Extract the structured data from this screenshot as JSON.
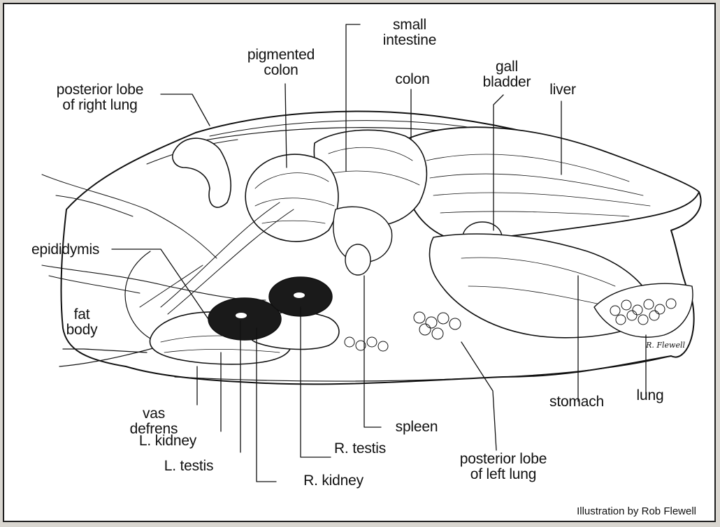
{
  "labels": {
    "small_intestine": "small\nintestine",
    "pigmented_colon": "pigmented\ncolon",
    "gall_bladder": "gall\nbladder",
    "colon": "colon",
    "liver": "liver",
    "posterior_lobe_right_lung": "posterior lobe\nof right lung",
    "epididymis": "epididymis",
    "fat_body": "fat\nbody",
    "vas_defrens": "vas\ndefrens",
    "l_kidney": "L. kidney",
    "l_testis": "L. testis",
    "r_testis": "R. testis",
    "r_kidney": "R. kidney",
    "spleen": "spleen",
    "stomach": "stomach",
    "lung": "lung",
    "posterior_lobe_left_lung": "posterior lobe\nof left lung"
  },
  "credit": "Illustration by Rob Flewell",
  "signature": "R. Flewell",
  "colors": {
    "ink": "#111111",
    "paper": "#ffffff",
    "border": "#1e1e1e",
    "organ_dark": "#1a1a1a"
  }
}
